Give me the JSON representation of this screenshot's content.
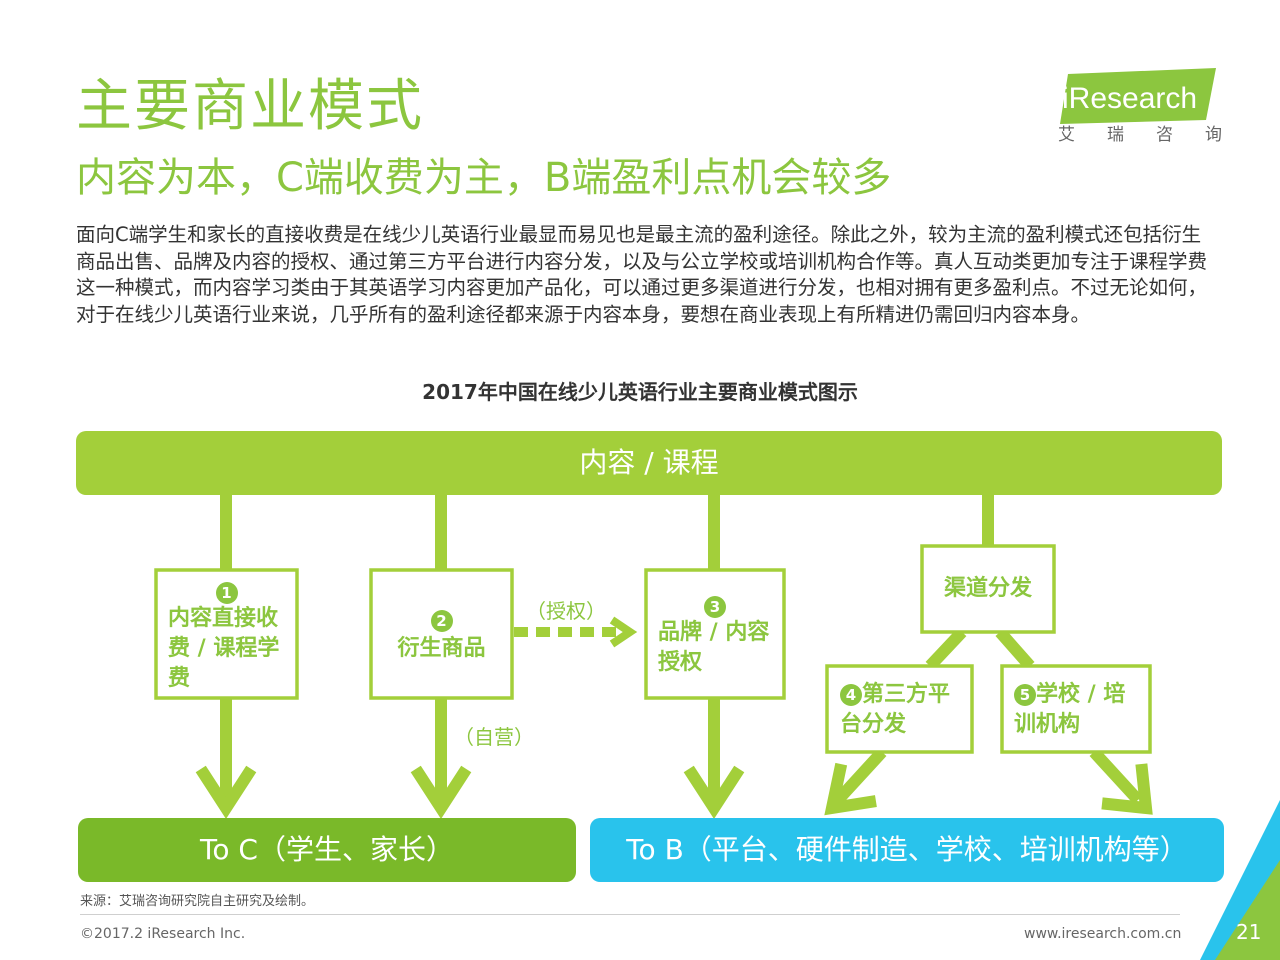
{
  "header": {
    "title": "主要商业模式",
    "subtitle": "内容为本，C端收费为主，B端盈利点机会较多",
    "body": "面向C端学生和家长的直接收费是在线少儿英语行业最显而易见也是最主流的盈利途径。除此之外，较为主流的盈利模式还包括衍生商品出售、品牌及内容的授权、通过第三方平台进行内容分发，以及与公立学校或培训机构合作等。真人互动类更加专注于课程学费这一种模式，而内容学习类由于其英语学习内容更加产品化，可以通过更多渠道进行分发，也相对拥有更多盈利点。不过无论如何，对于在线少儿英语行业来说，几乎所有的盈利途径都来源于内容本身，要想在商业表现上有所精进仍需回归内容本身。"
  },
  "logo": {
    "brand": "iResearch",
    "chars": [
      "艾",
      "瑞",
      "咨",
      "询"
    ]
  },
  "diagram": {
    "title": "2017年中国在线少儿英语行业主要商业模式图示",
    "top_bar": "内容 / 课程",
    "boxes": [
      {
        "num": "1",
        "label": "内容直接收费 / 课程学费"
      },
      {
        "num": "2",
        "label": "衍生商品"
      },
      {
        "num": "3",
        "label": "品牌 / 内容授权"
      },
      {
        "num": "",
        "label": "渠道分发"
      },
      {
        "num": "4",
        "label": "第三方平台分发"
      },
      {
        "num": "5",
        "label": "学校 / 培训机构"
      }
    ],
    "annotations": {
      "license": "（授权）",
      "self_operated": "（自营）"
    },
    "bottom_left": "To C（学生、家长）",
    "bottom_right": "To B（平台、硬件制造、学校、培训机构等）"
  },
  "footer": {
    "source": "来源：艾瑞咨询研究院自主研究及绘制。",
    "copyright": "©2017.2 iResearch Inc.",
    "website": "www.iresearch.com.cn",
    "page": "21"
  },
  "colors": {
    "green": "#8cc63f",
    "green_dark": "#7ab929",
    "blue": "#29c3ec"
  }
}
